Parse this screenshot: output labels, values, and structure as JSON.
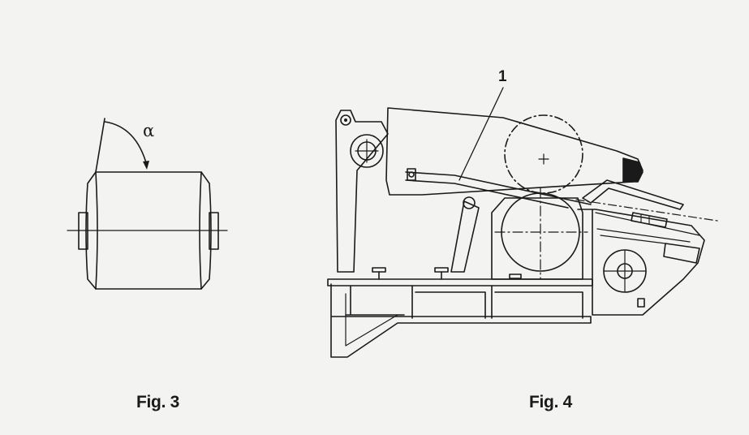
{
  "figures": {
    "fig3": {
      "caption": "Fig. 3",
      "angle_symbol": "α"
    },
    "fig4": {
      "caption": "Fig. 4",
      "callout": "1"
    }
  },
  "colors": {
    "line": "#1a1a1a",
    "paper": "#f3f3f1"
  }
}
